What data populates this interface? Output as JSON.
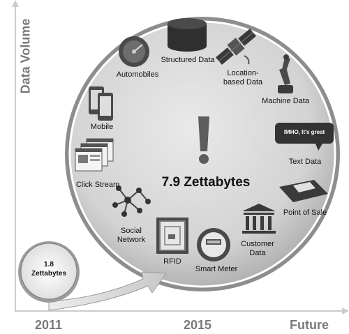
{
  "axes": {
    "y_label": "Data Volume",
    "x_ticks": [
      "2011",
      "2015",
      "Future"
    ]
  },
  "small_circle": {
    "value": "1.8",
    "unit": "Zettabytes"
  },
  "big_circle": {
    "headline": "7.9 Zettabytes",
    "center_symbol": "!"
  },
  "sources": {
    "automobiles": "Automobiles",
    "structured_data": "Structured Data",
    "location_line1": "Location-",
    "location_line2": "based Data",
    "machine_data": "Machine Data",
    "mobile": "Mobile",
    "text_data": "Text Data",
    "text_bubble": "IMHO, It's great",
    "click_stream": "Click Stream",
    "point_of_sale": "Point of Sale",
    "social_line1": "Social",
    "social_line2": "Network",
    "customer_line1": "Customer",
    "customer_line2": "Data",
    "rfid": "RFID",
    "smart_meter": "Smart Meter"
  }
}
